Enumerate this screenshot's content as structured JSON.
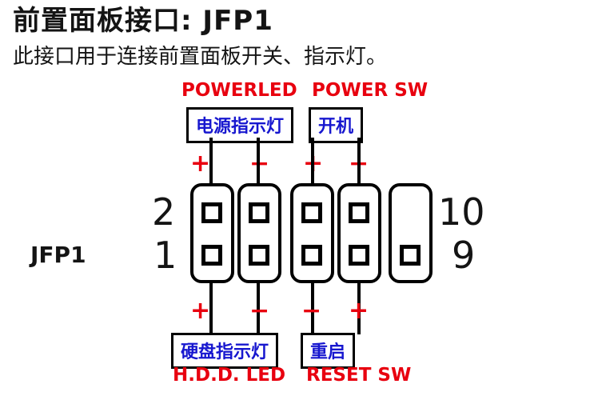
{
  "colors": {
    "red": "#e8000f",
    "blue": "#1717cf",
    "ink": "#141414"
  },
  "header": {
    "title": "前置面板接口: JFP1",
    "subtitle": "此接口用于连接前置面板开关、指示灯。"
  },
  "top_labels": {
    "powerled_en": "POWERLED",
    "powersw_en": "POWER SW",
    "powerled_cn": "电源指示灯",
    "powersw_cn": "开机",
    "signs": [
      "+",
      "−",
      "+",
      "−"
    ]
  },
  "connector": {
    "name": "JFP1",
    "pin_numbers": {
      "top_left": "2",
      "bottom_left": "1",
      "top_right": "10",
      "bottom_right": "9"
    }
  },
  "bottom_labels": {
    "hdd_cn": "硬盘指示灯",
    "reset_cn": "重启",
    "hdd_en": "H.D.D. LED",
    "reset_en": "RESET SW",
    "signs": [
      "+",
      "−",
      "−",
      "+"
    ]
  }
}
